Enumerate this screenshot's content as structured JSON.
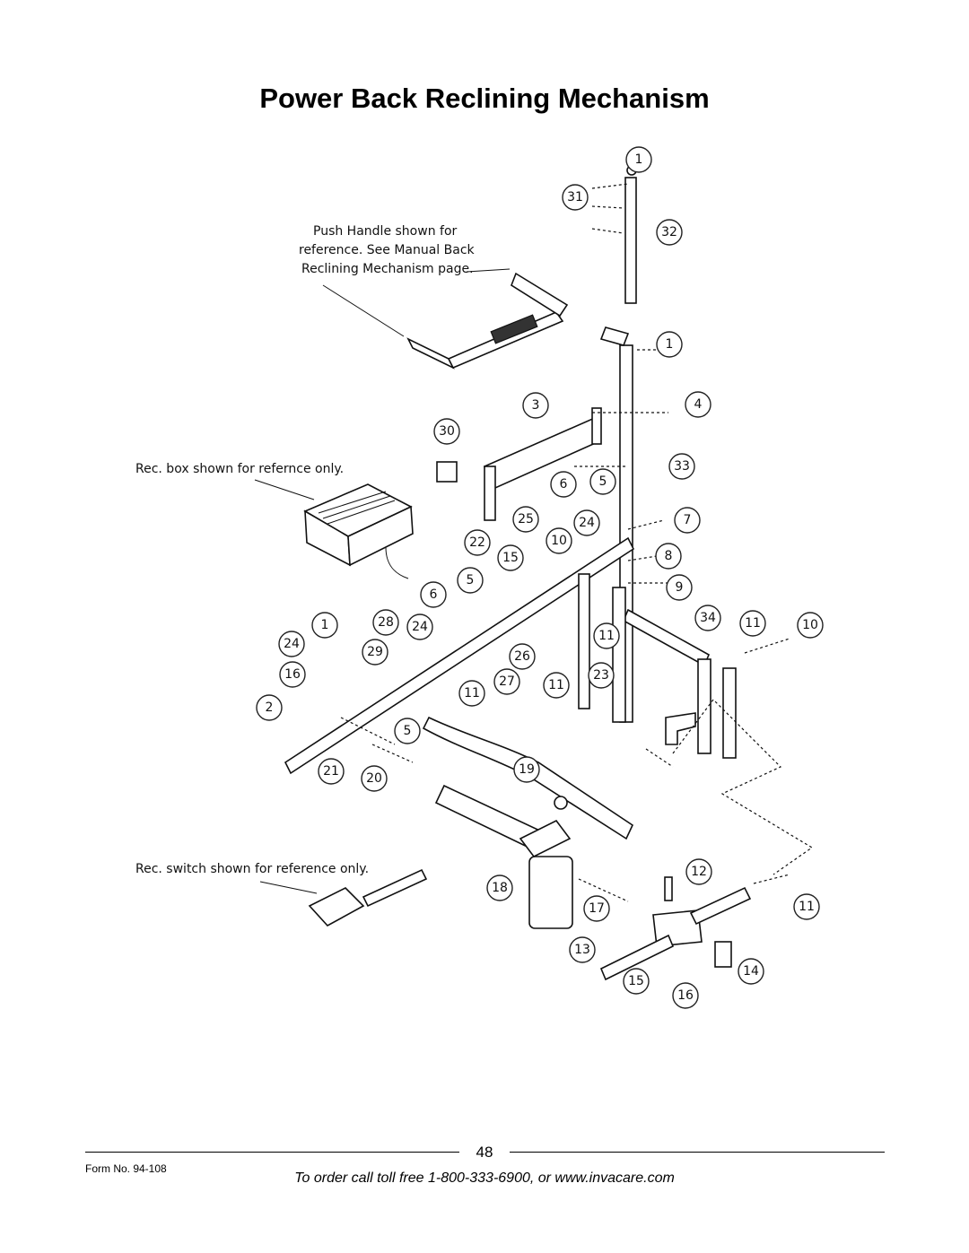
{
  "page": {
    "title": "Power Back Reclining Mechanism",
    "page_number": "48",
    "form_no": "Form No.  94-108",
    "order_line": "To order call toll free 1-800-333-6900, or www.invacare.com"
  },
  "diagram": {
    "notes": [
      "Push Handle shown for",
      "reference. See Manual Back",
      "Reclining Mechanism page.",
      "Rec. box shown for refernce only.",
      "Rec. switch shown for reference only."
    ],
    "callouts": [
      "1",
      "31",
      "32",
      "1",
      "3",
      "4",
      "30",
      "33",
      "6",
      "5",
      "25",
      "24",
      "7",
      "22",
      "10",
      "15",
      "8",
      "5",
      "6",
      "9",
      "1",
      "28",
      "24",
      "34",
      "11",
      "10",
      "24",
      "29",
      "11",
      "26",
      "16",
      "23",
      "27",
      "11",
      "11",
      "2",
      "5",
      "21",
      "20",
      "19",
      "12",
      "18",
      "17",
      "11",
      "13",
      "14",
      "15",
      "16"
    ]
  }
}
